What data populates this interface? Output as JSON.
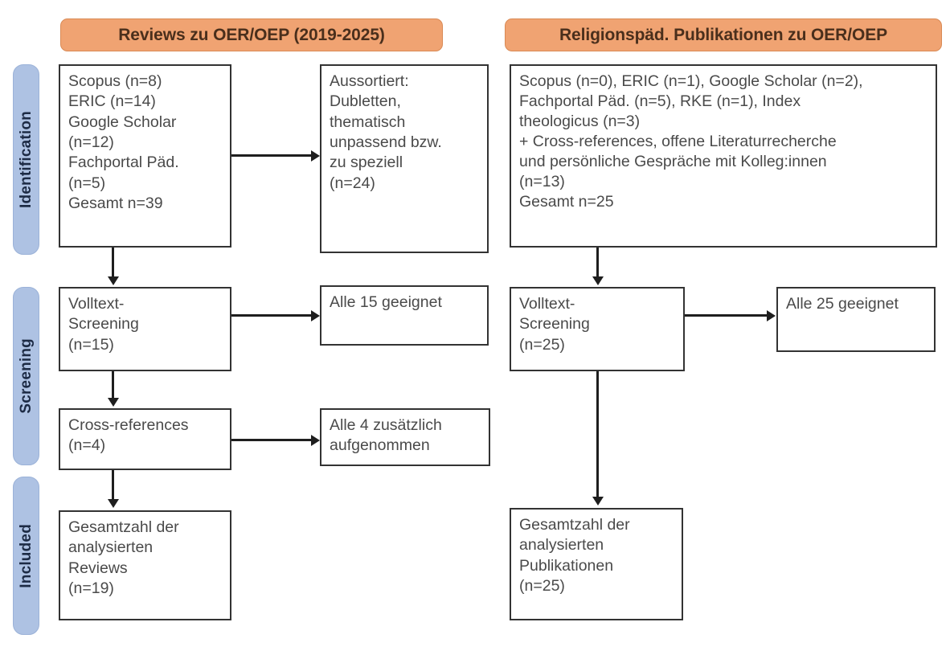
{
  "figure": {
    "type": "prisma-flow-diagram",
    "columns": [
      {
        "id": "reviews",
        "header": "Reviews zu OER/OEP (2019-2025)"
      },
      {
        "id": "religionspaed",
        "header": "Religionspäd. Publikationen zu OER/OEP"
      }
    ],
    "stages": [
      {
        "id": "identification",
        "label": "Identification"
      },
      {
        "id": "screening",
        "label": "Screening"
      },
      {
        "id": "included",
        "label": "Included"
      }
    ],
    "boxes": {
      "left_identification": "Scopus (n=8)\nERIC (n=14)\nGoogle Scholar\n(n=12)\nFachportal Päd.\n(n=5)\nGesamt n=39",
      "left_excluded": "Aussortiert:\nDubletten,\nthematisch\nunpassend bzw.\nzu speziell\n(n=24)",
      "left_screening": "Volltext-\nScreening\n(n=15)",
      "left_screening_result": "Alle 15 geeignet",
      "left_crossrefs": "Cross-references\n(n=4)",
      "left_crossrefs_result": "Alle 4 zusätzlich\naufgenommen",
      "left_included": "Gesamtzahl der\nanalysierten\nReviews\n(n=19)",
      "right_identification": "Scopus (n=0), ERIC (n=1), Google Scholar (n=2),\nFachportal Päd. (n=5), RKE (n=1), Index\ntheologicus (n=3)\n+ Cross-references, offene Literaturrecherche\nund persönliche Gespräche mit Kolleg:innen\n(n=13)\nGesamt n=25",
      "right_screening": "Volltext-\nScreening\n(n=25)",
      "right_screening_result": "Alle 25 geeignet",
      "right_included": "Gesamtzahl der\nanalysierten\nPublikationen\n(n=25)"
    },
    "colors": {
      "header_fill": "#F0A372",
      "header_border": "#D98A55",
      "stage_fill": "#AEC2E3",
      "stage_border": "#9BB2D8",
      "box_border": "#333333",
      "connector": "#1e1e1e",
      "text": "#4a4a4a",
      "background": "#ffffff"
    }
  }
}
